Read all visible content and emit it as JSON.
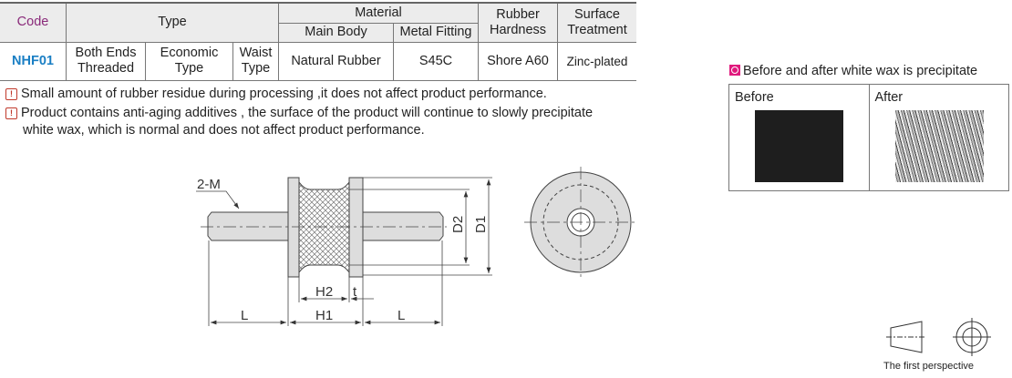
{
  "table": {
    "headers": {
      "code": "Code",
      "type": "Type",
      "material": "Material",
      "main_body": "Main Body",
      "metal_fitting": "Metal Fitting",
      "rubber_hardness": "Rubber Hardness",
      "surface_treatment": "Surface Treatment"
    },
    "row": {
      "code": "NHF01",
      "type1": "Both Ends Threaded",
      "type2": "Economic Type",
      "type3": "Waist Type",
      "main_body": "Natural Rubber",
      "metal_fitting": "S45C",
      "rubber_hardness": "Shore A60",
      "surface_treatment": "Zinc-plated"
    }
  },
  "notes": [
    "Small amount of rubber residue during processing ,it does not affect product performance.",
    "Product contains anti-aging additives , the surface of the product will continue to slowly precipitate",
    "white wax, which is normal and does not affect product performance."
  ],
  "wax": {
    "title": "Before and after white wax is precipitate",
    "before": "Before",
    "after": "After"
  },
  "drawing": {
    "thread": "2-M",
    "d1": "D1",
    "d2": "D2",
    "h1": "H1",
    "h2": "H2",
    "t": "t",
    "l": "L"
  },
  "perspective": "The first perspective"
}
